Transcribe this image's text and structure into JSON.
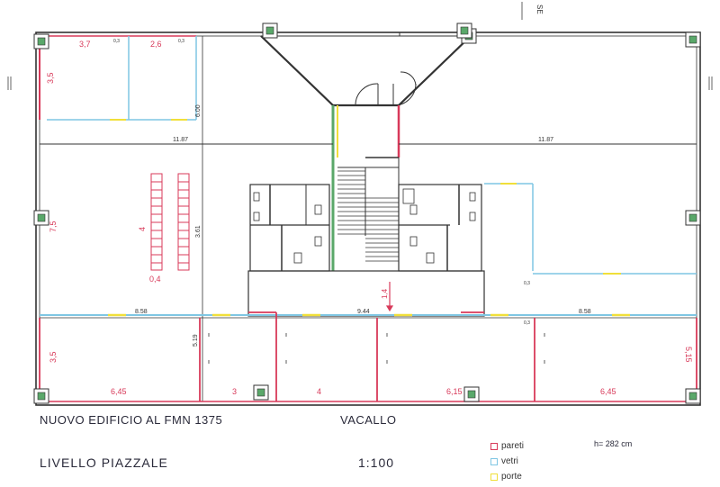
{
  "header": {
    "orientation_mark": "SE"
  },
  "colors": {
    "pareti": "#d83a5a",
    "vetri": "#7fc6e3",
    "porte": "#f0df3a",
    "walls": "#333333",
    "columns": "#5aa86a"
  },
  "dimensions": {
    "top_left_w1": "3,7",
    "top_left_w2": "2,6",
    "top_left_h": "3,5",
    "small_a": "0,3",
    "small_b": "0,3",
    "wall_600": "6.00",
    "span_left": "11.87",
    "span_right": "11.87",
    "left_height": "7,5",
    "desk_depth": "4",
    "desk_gap": "0,4",
    "mid_361": "3.61",
    "stair_gap": "1,4",
    "strip_left": "8.58",
    "strip_mid": "9.44",
    "strip_right": "8.58",
    "bottom_h_left": "3,5",
    "bottom_h_mid": "5.19",
    "bottom_h_right": "5,15",
    "room_w1": "6,45",
    "room_w2": "3",
    "room_w3": "4",
    "room_w4": "6,15",
    "room_w5": "6,45",
    "side_small1": "0,3",
    "side_small2": "0,3"
  },
  "info": {
    "title": "NUOVO EDIFICIO AL FMN  1375",
    "location": "VACALLO",
    "level": "LIVELLO  PIAZZALE",
    "scale": "1:100",
    "height": "h= 282 cm"
  },
  "legend": [
    {
      "label": "pareti",
      "color": "#d83a5a"
    },
    {
      "label": "vetri",
      "color": "#7fc6e3"
    },
    {
      "label": "porte",
      "color": "#f0df3a"
    }
  ]
}
